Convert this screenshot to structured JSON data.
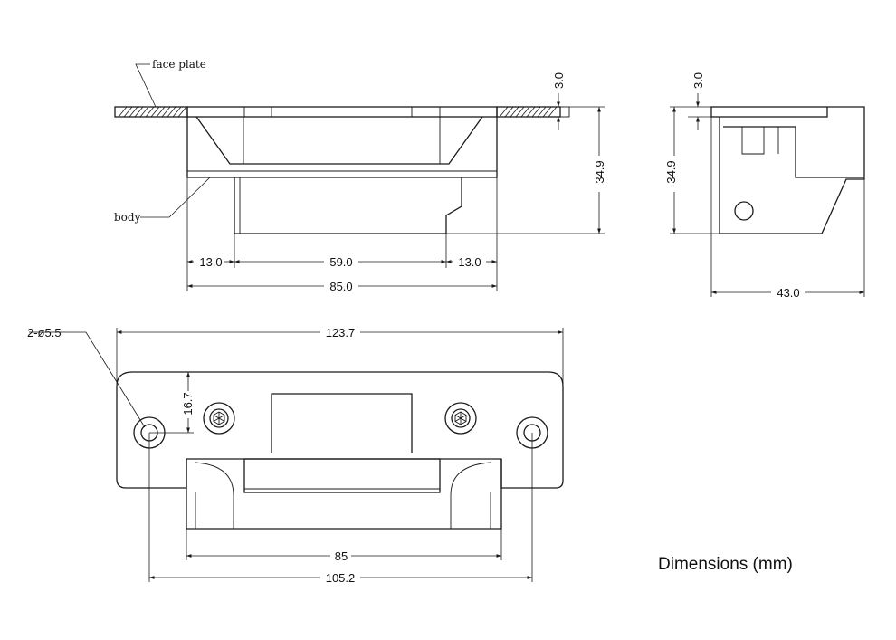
{
  "labels": {
    "face_plate": "face plate",
    "body": "body",
    "caption": "Dimensions (mm)"
  },
  "front_view": {
    "left_margin": "13.0",
    "center_width": "59.0",
    "right_margin": "13.0",
    "total_width": "85.0",
    "height": "34.9",
    "plate_thickness": "3.0"
  },
  "side_view": {
    "height": "34.9",
    "plate_thickness": "3.0",
    "depth": "43.0"
  },
  "plan_view": {
    "hole_spec": "2-ø5.5",
    "plate_length": "123.7",
    "hole_offset": "16.7",
    "opening_width": "85",
    "hole_spacing": "105.2"
  }
}
